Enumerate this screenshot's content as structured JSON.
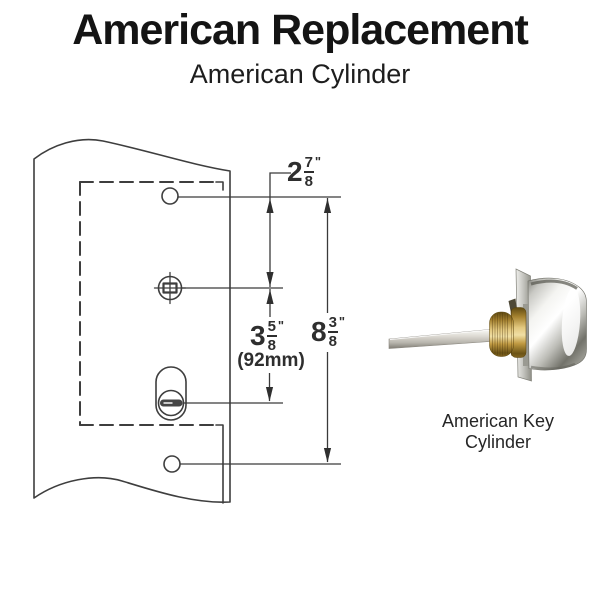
{
  "header": {
    "title": "American Replacement",
    "subtitle": "American Cylinder"
  },
  "drawing": {
    "dim_top_hole_to_center": {
      "whole": "2",
      "num": "7",
      "den": "8",
      "unit": "\""
    },
    "dim_center_to_keyway": {
      "whole": "3",
      "num": "5",
      "den": "8",
      "unit": "\"",
      "metric": "(92mm)"
    },
    "dim_overall": {
      "whole": "8",
      "num": "3",
      "den": "8",
      "unit": "\""
    }
  },
  "product": {
    "caption_line1": "American Key",
    "caption_line2": "Cylinder"
  },
  "colors": {
    "line": "#3e3e3e",
    "brass": "#c9a34c",
    "chrome": "#d8d8d4",
    "text": "#1d1d1d"
  }
}
